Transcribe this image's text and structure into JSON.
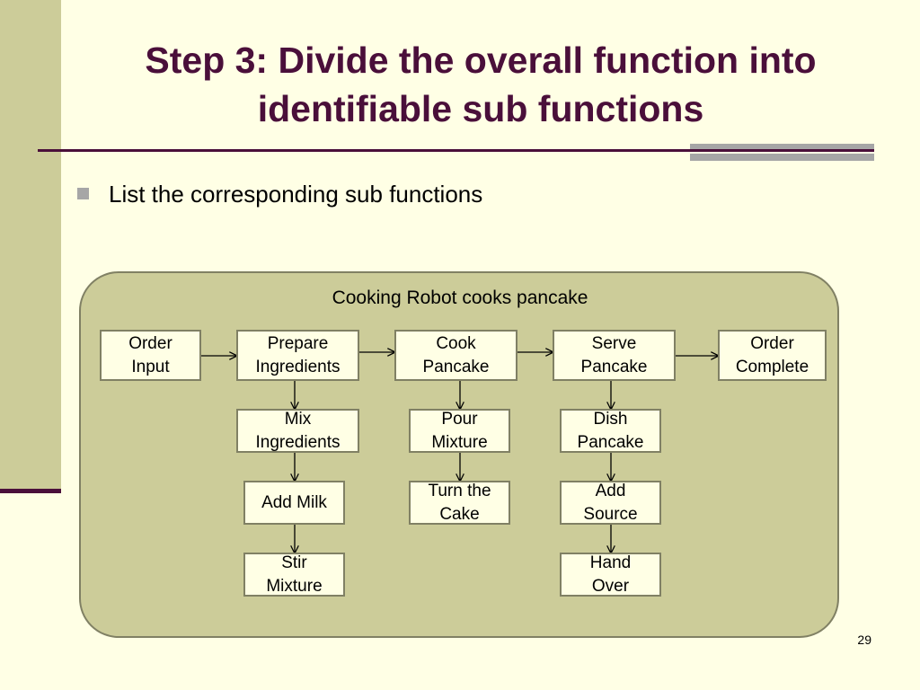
{
  "slide": {
    "title": "Step 3: Divide the overall function into identifiable sub functions",
    "bullet": "List the corresponding sub functions",
    "page_number": "29"
  },
  "diagram": {
    "title": "Cooking Robot cooks pancake",
    "nodes": {
      "order_input": "Order\nInput",
      "prepare_ingredients": "Prepare\nIngredients",
      "cook_pancake": "Cook\nPancake",
      "serve_pancake": "Serve\nPancake",
      "order_complete": "Order\nComplete",
      "mix_ingredients": "Mix\nIngredients",
      "add_milk": "Add Milk",
      "stir_mixture": "Stir\nMixture",
      "pour_mixture": "Pour\nMixture",
      "turn_the_cake": "Turn the\nCake",
      "dish_pancake": "Dish\nPancake",
      "add_source": "Add\nSource",
      "hand_over": "Hand\nOver"
    }
  },
  "colors": {
    "background": "#FFFFE5",
    "side_band": "#CCCC99",
    "title": "#4A0F3A",
    "accent": "#A6A6A6",
    "panel": "#CCCC99",
    "box_border": "#808064"
  }
}
